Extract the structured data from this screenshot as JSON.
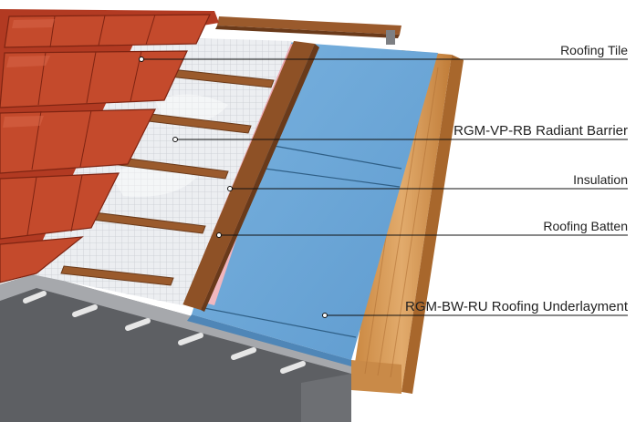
{
  "callouts": [
    {
      "label": "Roofing Tile"
    },
    {
      "label": "RGM-VP-RB Radiant Barrier"
    },
    {
      "label": "Insulation"
    },
    {
      "label": "Roofing Batten"
    },
    {
      "label": "RGM-BW-RU Roofing Underlayment"
    }
  ],
  "colors": {
    "tile": "#b23a22",
    "tile_highlight": "#cf5a3a",
    "radiant_barrier": "#e9ebee",
    "insulation": "#f2b8c0",
    "batten": "#9a5a2c",
    "underlayment": "#6aa5d6",
    "timber": "#d89a58",
    "steel": "#8a8c90"
  }
}
